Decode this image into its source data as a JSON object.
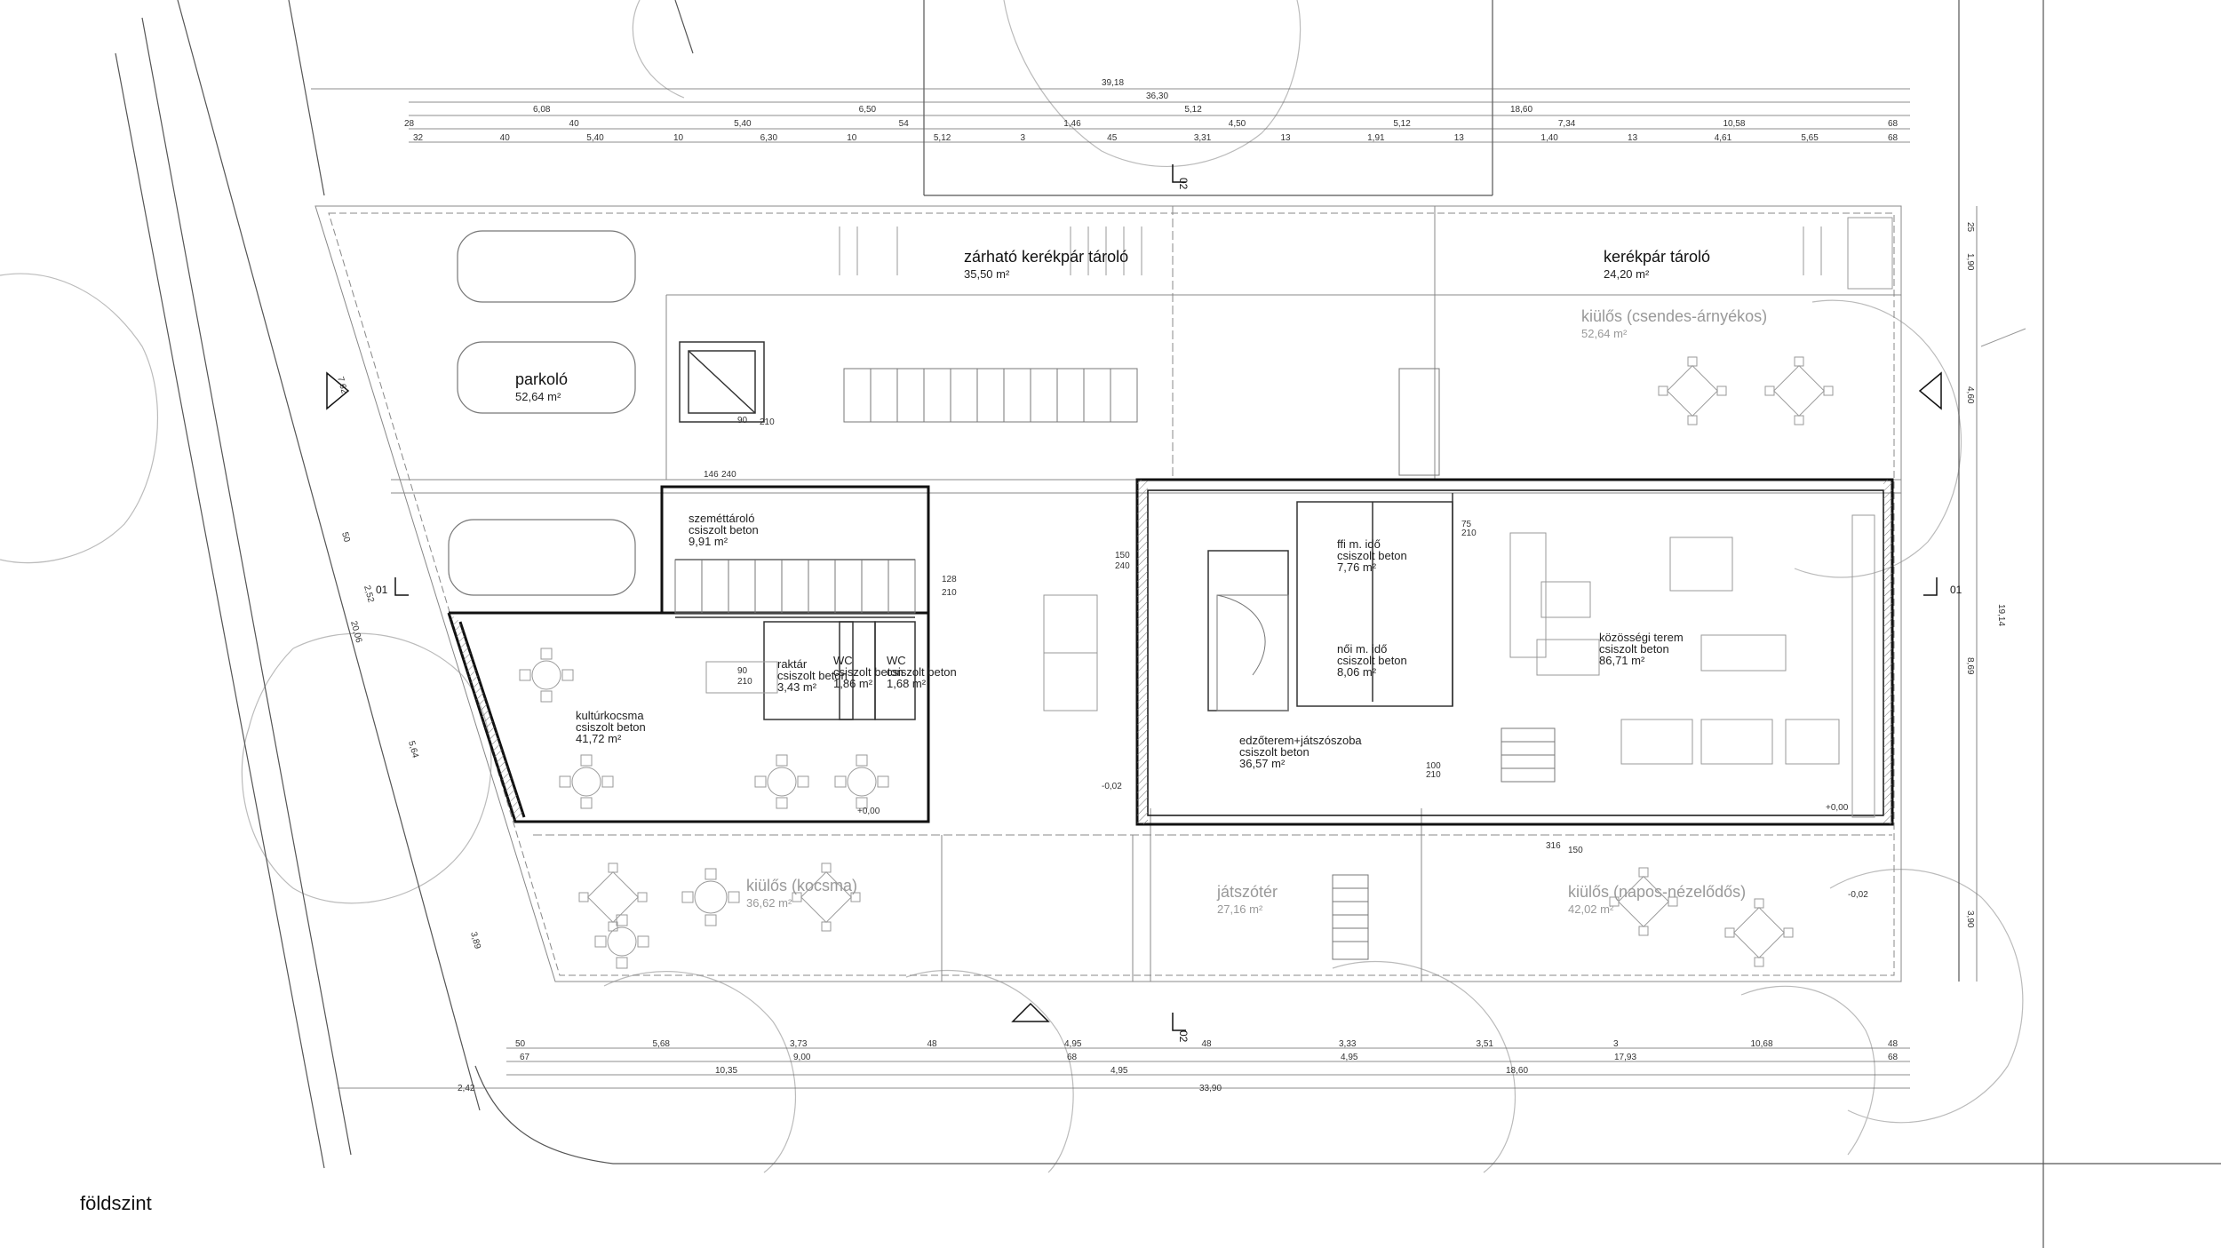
{
  "caption": "földszint",
  "rooms": [
    {
      "id": "zarhato",
      "name": "zárható kerékpár tároló",
      "area": "35,50 m²",
      "grey": false
    },
    {
      "id": "kerekpar",
      "name": "kerékpár tároló",
      "area": "24,20 m²",
      "grey": false
    },
    {
      "id": "parkolo",
      "name": "parkoló",
      "area": "52,64 m²",
      "grey": false
    },
    {
      "id": "kiulos_csendes",
      "name": "kiülős (csendes-árnyékos)",
      "area": "52,64 m²",
      "grey": true
    },
    {
      "id": "szemettarolo",
      "name": "szeméttároló",
      "floor": "csiszolt beton",
      "area": "9,91 m²",
      "grey": false
    },
    {
      "id": "kulturkocsma",
      "name": "kultúrkocsma",
      "floor": "csiszolt beton",
      "area": "41,72 m²",
      "grey": false
    },
    {
      "id": "raktar",
      "name": "raktár",
      "floor": "csiszolt beton",
      "area": "3,43 m²",
      "grey": false
    },
    {
      "id": "wc1",
      "name": "WC",
      "floor": "csiszolt beton",
      "area": "1,86 m²",
      "grey": false
    },
    {
      "id": "wc2",
      "name": "WC",
      "floor": "csiszolt beton",
      "area": "1,68 m²",
      "grey": false
    },
    {
      "id": "ffi",
      "name": "ffi m. idő",
      "floor": "csiszolt beton",
      "area": "7,76 m²",
      "grey": false
    },
    {
      "id": "noi",
      "name": "női m. idő",
      "floor": "csiszolt beton",
      "area": "8,06 m²",
      "grey": false
    },
    {
      "id": "kozossegi",
      "name": "közösségi terem",
      "floor": "csiszolt beton",
      "area": "86,71 m²",
      "grey": false
    },
    {
      "id": "edzoterem",
      "name": "edzőterem+játszószoba",
      "floor": "csiszolt beton",
      "area": "36,57 m²",
      "grey": false
    },
    {
      "id": "kiulos_kocsma",
      "name": "kiülős (kocsma)",
      "area": "36,62 m²",
      "grey": true
    },
    {
      "id": "jatszoter",
      "name": "játszótér",
      "area": "27,16 m²",
      "grey": true
    },
    {
      "id": "kiulos_napos",
      "name": "kiülős (napos-nézelődős)",
      "area": "42,02 m²",
      "grey": true
    }
  ],
  "top_dimensions": {
    "row1": [
      "39,18"
    ],
    "row2": [
      "36,30"
    ],
    "row3": [
      "6,08",
      "6,50",
      "5,12",
      "18,60"
    ],
    "row4": [
      "28",
      "40",
      "5,40",
      "54",
      "1,46",
      "4,50",
      "5,12",
      "7,34",
      "10,58",
      "68"
    ],
    "row5": [
      "32",
      "40",
      "5,40",
      "10",
      "6,30",
      "10",
      "5,12",
      "3",
      "45",
      "3,31",
      "13",
      "1,91",
      "13",
      "1,40",
      "13",
      "4,61",
      "5,65",
      "68"
    ]
  },
  "bottom_dimensions": {
    "row1": [
      "50",
      "5,68",
      "3,73",
      "48",
      "4,95",
      "48",
      "3,33",
      "3,51",
      "3",
      "10,68",
      "48"
    ],
    "row2": [
      "67",
      "9,00",
      "68",
      "4,95",
      "17,93",
      "68"
    ],
    "row3": [
      "10,35",
      "4,95",
      "18,60"
    ],
    "row4": [
      "2,42",
      "33,90"
    ]
  },
  "side_dimensions": {
    "left": [
      "7,62",
      "50",
      "2,52",
      "20,06",
      "5,64",
      "3,89"
    ],
    "right": [
      "25",
      "1,90",
      "4,60",
      "19,14",
      "8,69",
      "3,90"
    ]
  },
  "door_labels": [
    "90",
    "210",
    "146",
    "240",
    "128",
    "210",
    "150",
    "240",
    "90",
    "210",
    "75",
    "210",
    "100",
    "210",
    "316",
    "150"
  ],
  "section_markers": {
    "a": "01",
    "b": "02"
  },
  "levels": [
    "+0,00",
    "-0,02",
    "+0,00",
    "-0,02"
  ]
}
